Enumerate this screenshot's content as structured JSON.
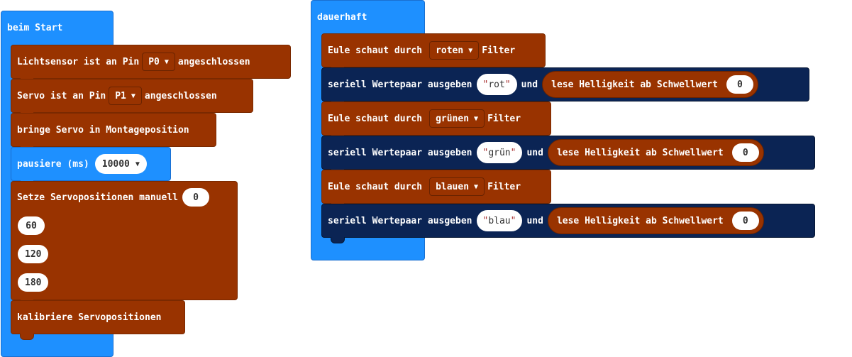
{
  "start_block": {
    "title": "beim Start",
    "light_sensor": {
      "prefix": "Lichtsensor ist an Pin",
      "pin": "P0",
      "suffix": "angeschlossen"
    },
    "servo": {
      "prefix": "Servo ist an Pin",
      "pin": "P1",
      "suffix": "angeschlossen"
    },
    "mount": "bringe Servo in Montageposition",
    "pause": {
      "label": "pausiere (ms)",
      "value": "10000"
    },
    "set_positions": {
      "label": "Setze Servopositionen manuell",
      "values": [
        "0",
        "60",
        "120",
        "180"
      ]
    },
    "calibrate": "kalibriere Servopositionen"
  },
  "forever_block": {
    "title": "dauerhaft",
    "rows": [
      {
        "filter": {
          "prefix": "Eule schaut durch",
          "color": "roten",
          "suffix": "Filter"
        },
        "serial": {
          "prefix": "seriell Wertepaar ausgeben",
          "name": "rot",
          "and": "und",
          "reporter": "lese Helligkeit ab Schwellwert",
          "threshold": "0"
        }
      },
      {
        "filter": {
          "prefix": "Eule schaut durch",
          "color": "grünen",
          "suffix": "Filter"
        },
        "serial": {
          "prefix": "seriell Wertepaar ausgeben",
          "name": "grün",
          "and": "und",
          "reporter": "lese Helligkeit ab Schwellwert",
          "threshold": "0"
        }
      },
      {
        "filter": {
          "prefix": "Eule schaut durch",
          "color": "blauen",
          "suffix": "Filter"
        },
        "serial": {
          "prefix": "seriell Wertepaar ausgeben",
          "name": "blau",
          "and": "und",
          "reporter": "lese Helligkeit ab Schwellwert",
          "threshold": "0"
        }
      }
    ]
  },
  "icons": {
    "dropdown": "triangle-down-icon"
  },
  "colors": {
    "event": "#1e90ff",
    "servo_block": "#993300",
    "serial_block": "#0b2454"
  }
}
